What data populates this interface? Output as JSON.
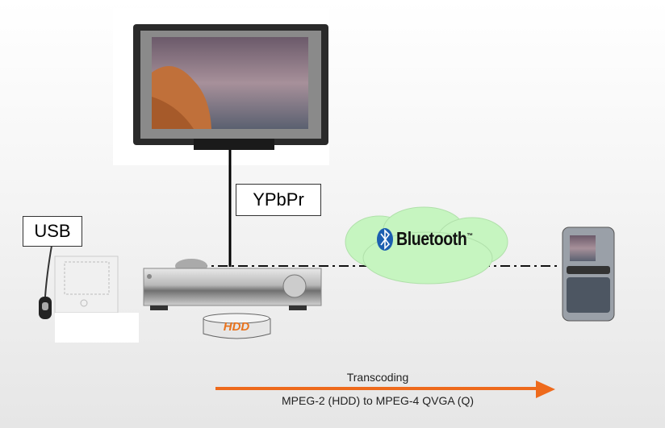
{
  "labels": {
    "ypbpr": "YPbPr",
    "usb": "USB",
    "hdd": "HDD",
    "bluetooth": "Bluetooth",
    "trademark": "™",
    "transcoding": "Transcoding",
    "conversion": "MPEG-2 (HDD) to MPEG-4 QVGA (Q)"
  },
  "colors": {
    "arrow": "#ee6a1c",
    "cloud": "#c6f5c0",
    "hdd_text": "#e8731e",
    "bluetooth_blue": "#1c5fb0"
  }
}
